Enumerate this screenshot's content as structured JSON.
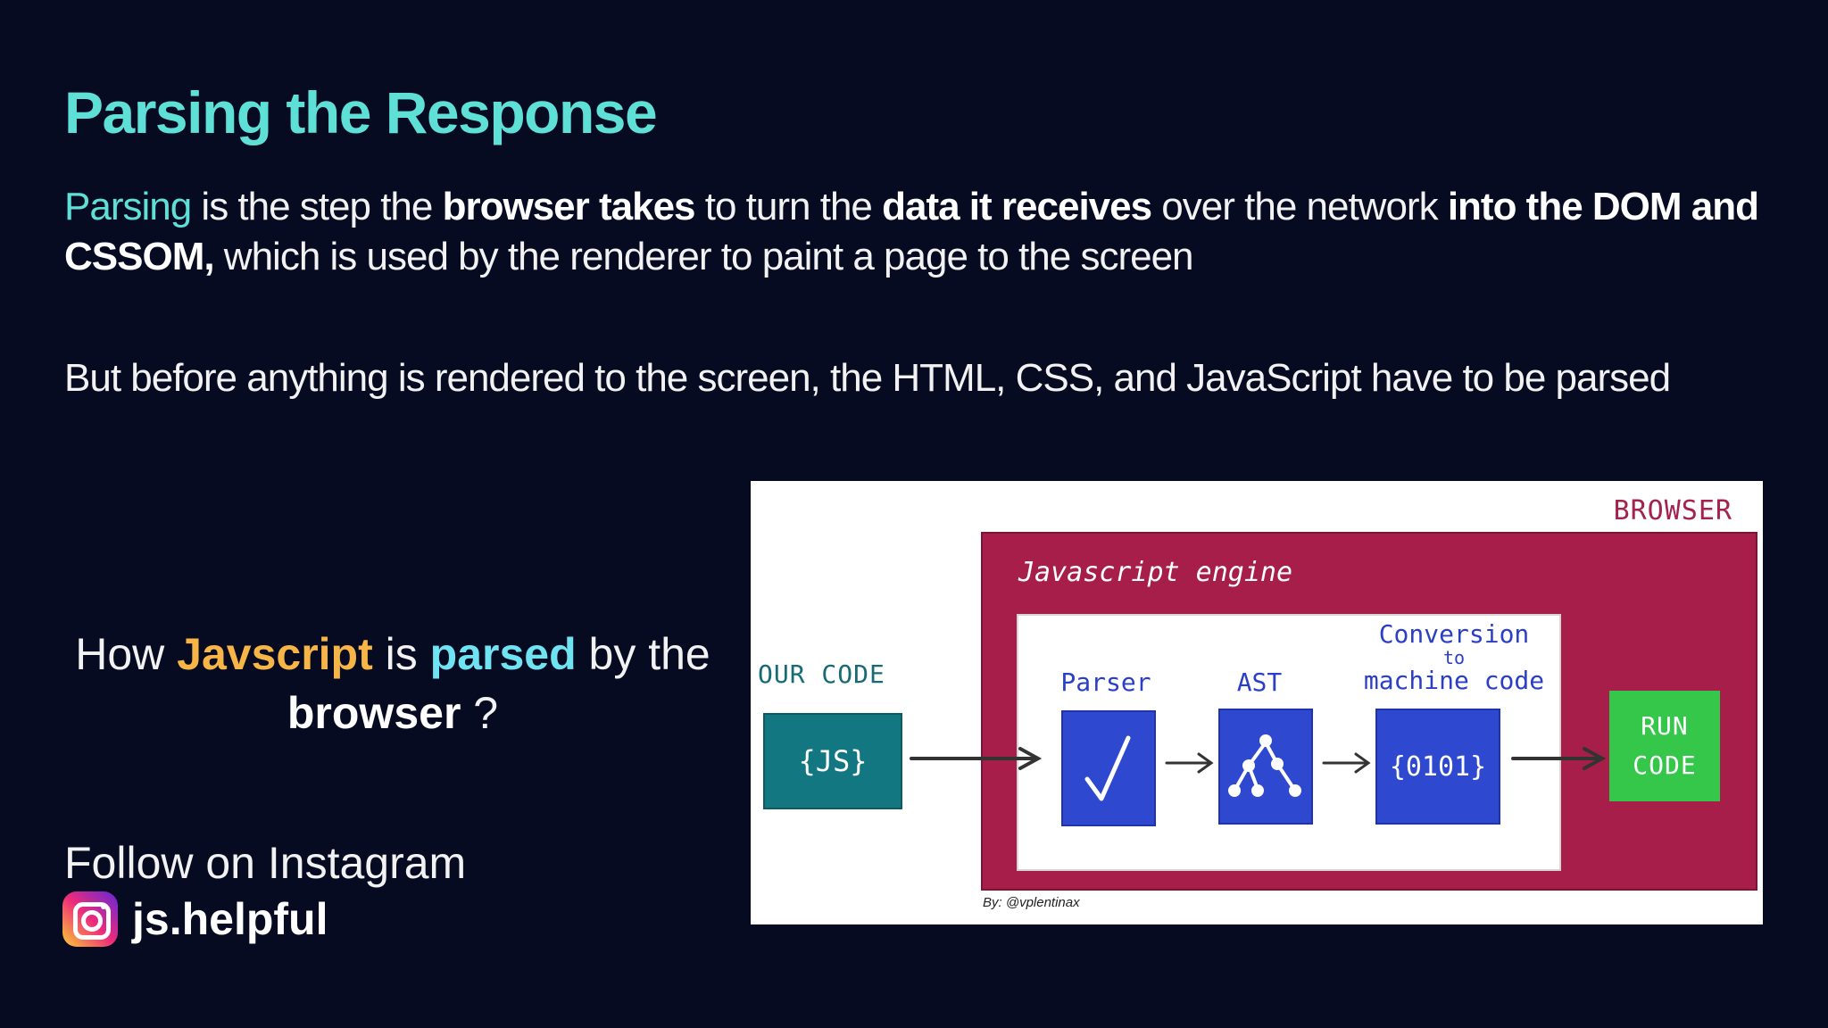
{
  "title": "Parsing the Response",
  "intro": {
    "p1": "Parsing",
    "p2": " is the step the ",
    "p3": "browser takes",
    "p4": " to turn the ",
    "p5": "data it receives",
    "p6": " over the network ",
    "p7": "into the DOM and CSSOM,",
    "p8": " which is used by the renderer to paint a page to the screen"
  },
  "note": "But before anything is rendered to the screen, the HTML, CSS, and JavaScript have to be parsed",
  "question": {
    "q1": "How ",
    "q2": "Javscript",
    "q3": " is ",
    "q4": "parsed",
    "q5": " by the",
    "q6": "browser",
    "q7": " ?"
  },
  "follow": {
    "label": "Follow on Instagram",
    "handle": "js.helpful",
    "icon": "instagram-icon"
  },
  "diagram": {
    "browser_label": "BROWSER",
    "engine_label": "Javascript engine",
    "our_code_label": "OUR CODE",
    "js_box": "{JS}",
    "parser_label": "Parser",
    "ast_label": "AST",
    "conversion_line1": "Conversion",
    "conversion_line2": "to",
    "conversion_line3": "machine code",
    "binary_box": "{0101}",
    "run_line1": "RUN",
    "run_line2": "CODE",
    "credit": "By: @vplentinax",
    "colors": {
      "engine": "#a81e4a",
      "blue": "#2e49d0",
      "teal": "#137782",
      "green": "#34c74a"
    }
  }
}
